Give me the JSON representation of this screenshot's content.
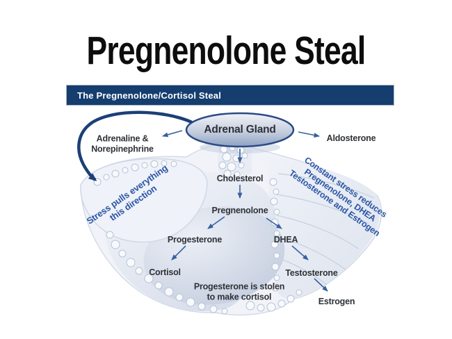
{
  "slide": {
    "title": "Pregnenolone Steal"
  },
  "diagram": {
    "header": "The Pregnenolone/Cortisol Steal",
    "oval_label": "Adrenal Gland",
    "labels": {
      "adrenaline_1": "Adrenaline &",
      "adrenaline_2": "Norepinephrine",
      "aldosterone": "Aldosterone",
      "cholesterol": "Cholesterol",
      "pregnenolone": "Pregnenolone",
      "progesterone": "Progesterone",
      "dhea": "DHEA",
      "cortisol": "Cortisol",
      "testosterone": "Testosterone",
      "estrogen": "Estrogen",
      "stolen_1": "Progesterone is stolen",
      "stolen_2": "to make cortisol"
    },
    "annotations": {
      "left_1": "Stress pulls everything",
      "left_2": "this direction",
      "right_1": "Constant stress reduces",
      "right_2": "Pregnenolone, DHEA",
      "right_3": "Testosterone and Estrogen"
    },
    "colors": {
      "header_bar": "#153e6f",
      "annotation_blue": "#2b55a5",
      "arrow_blue": "#36609f",
      "thick_arrow_navy": "#1c4077",
      "label_dark": "#2e3237",
      "oval_border": "#2a4a85"
    }
  }
}
